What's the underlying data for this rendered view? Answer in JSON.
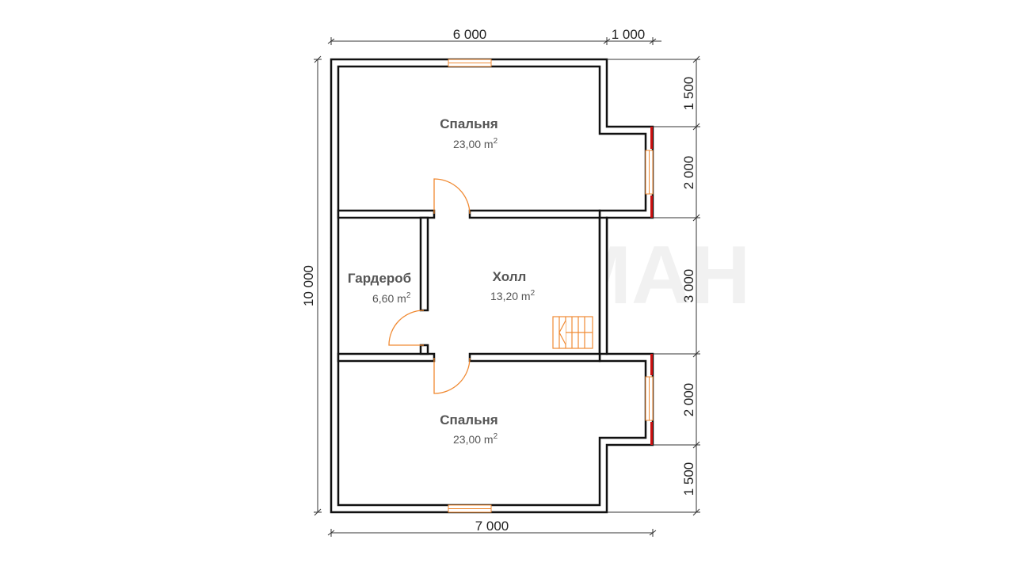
{
  "watermark": {
    "brand": "ЛЕМАН"
  },
  "rooms": [
    {
      "name": "Спальня",
      "area": "23,00 m",
      "area_sup": "2"
    },
    {
      "name": "Гардероб",
      "area": "6,60 m",
      "area_sup": "2"
    },
    {
      "name": "Холл",
      "area": "13,20 m",
      "area_sup": "2"
    },
    {
      "name": "Спальня",
      "area": "23,00 m",
      "area_sup": "2"
    }
  ],
  "dimensions": {
    "top": [
      "6 000",
      "1 000"
    ],
    "bottom": [
      "7 000"
    ],
    "left": [
      "10 000"
    ],
    "right": [
      "1 500",
      "2 000",
      "3 000",
      "2 000",
      "1 500"
    ]
  },
  "colors": {
    "wall": "#111111",
    "wall_fill": "#ffffff",
    "door": "#f08a33",
    "window": "#f08a33",
    "accent_red": "#cc1111",
    "text": "#555555"
  }
}
